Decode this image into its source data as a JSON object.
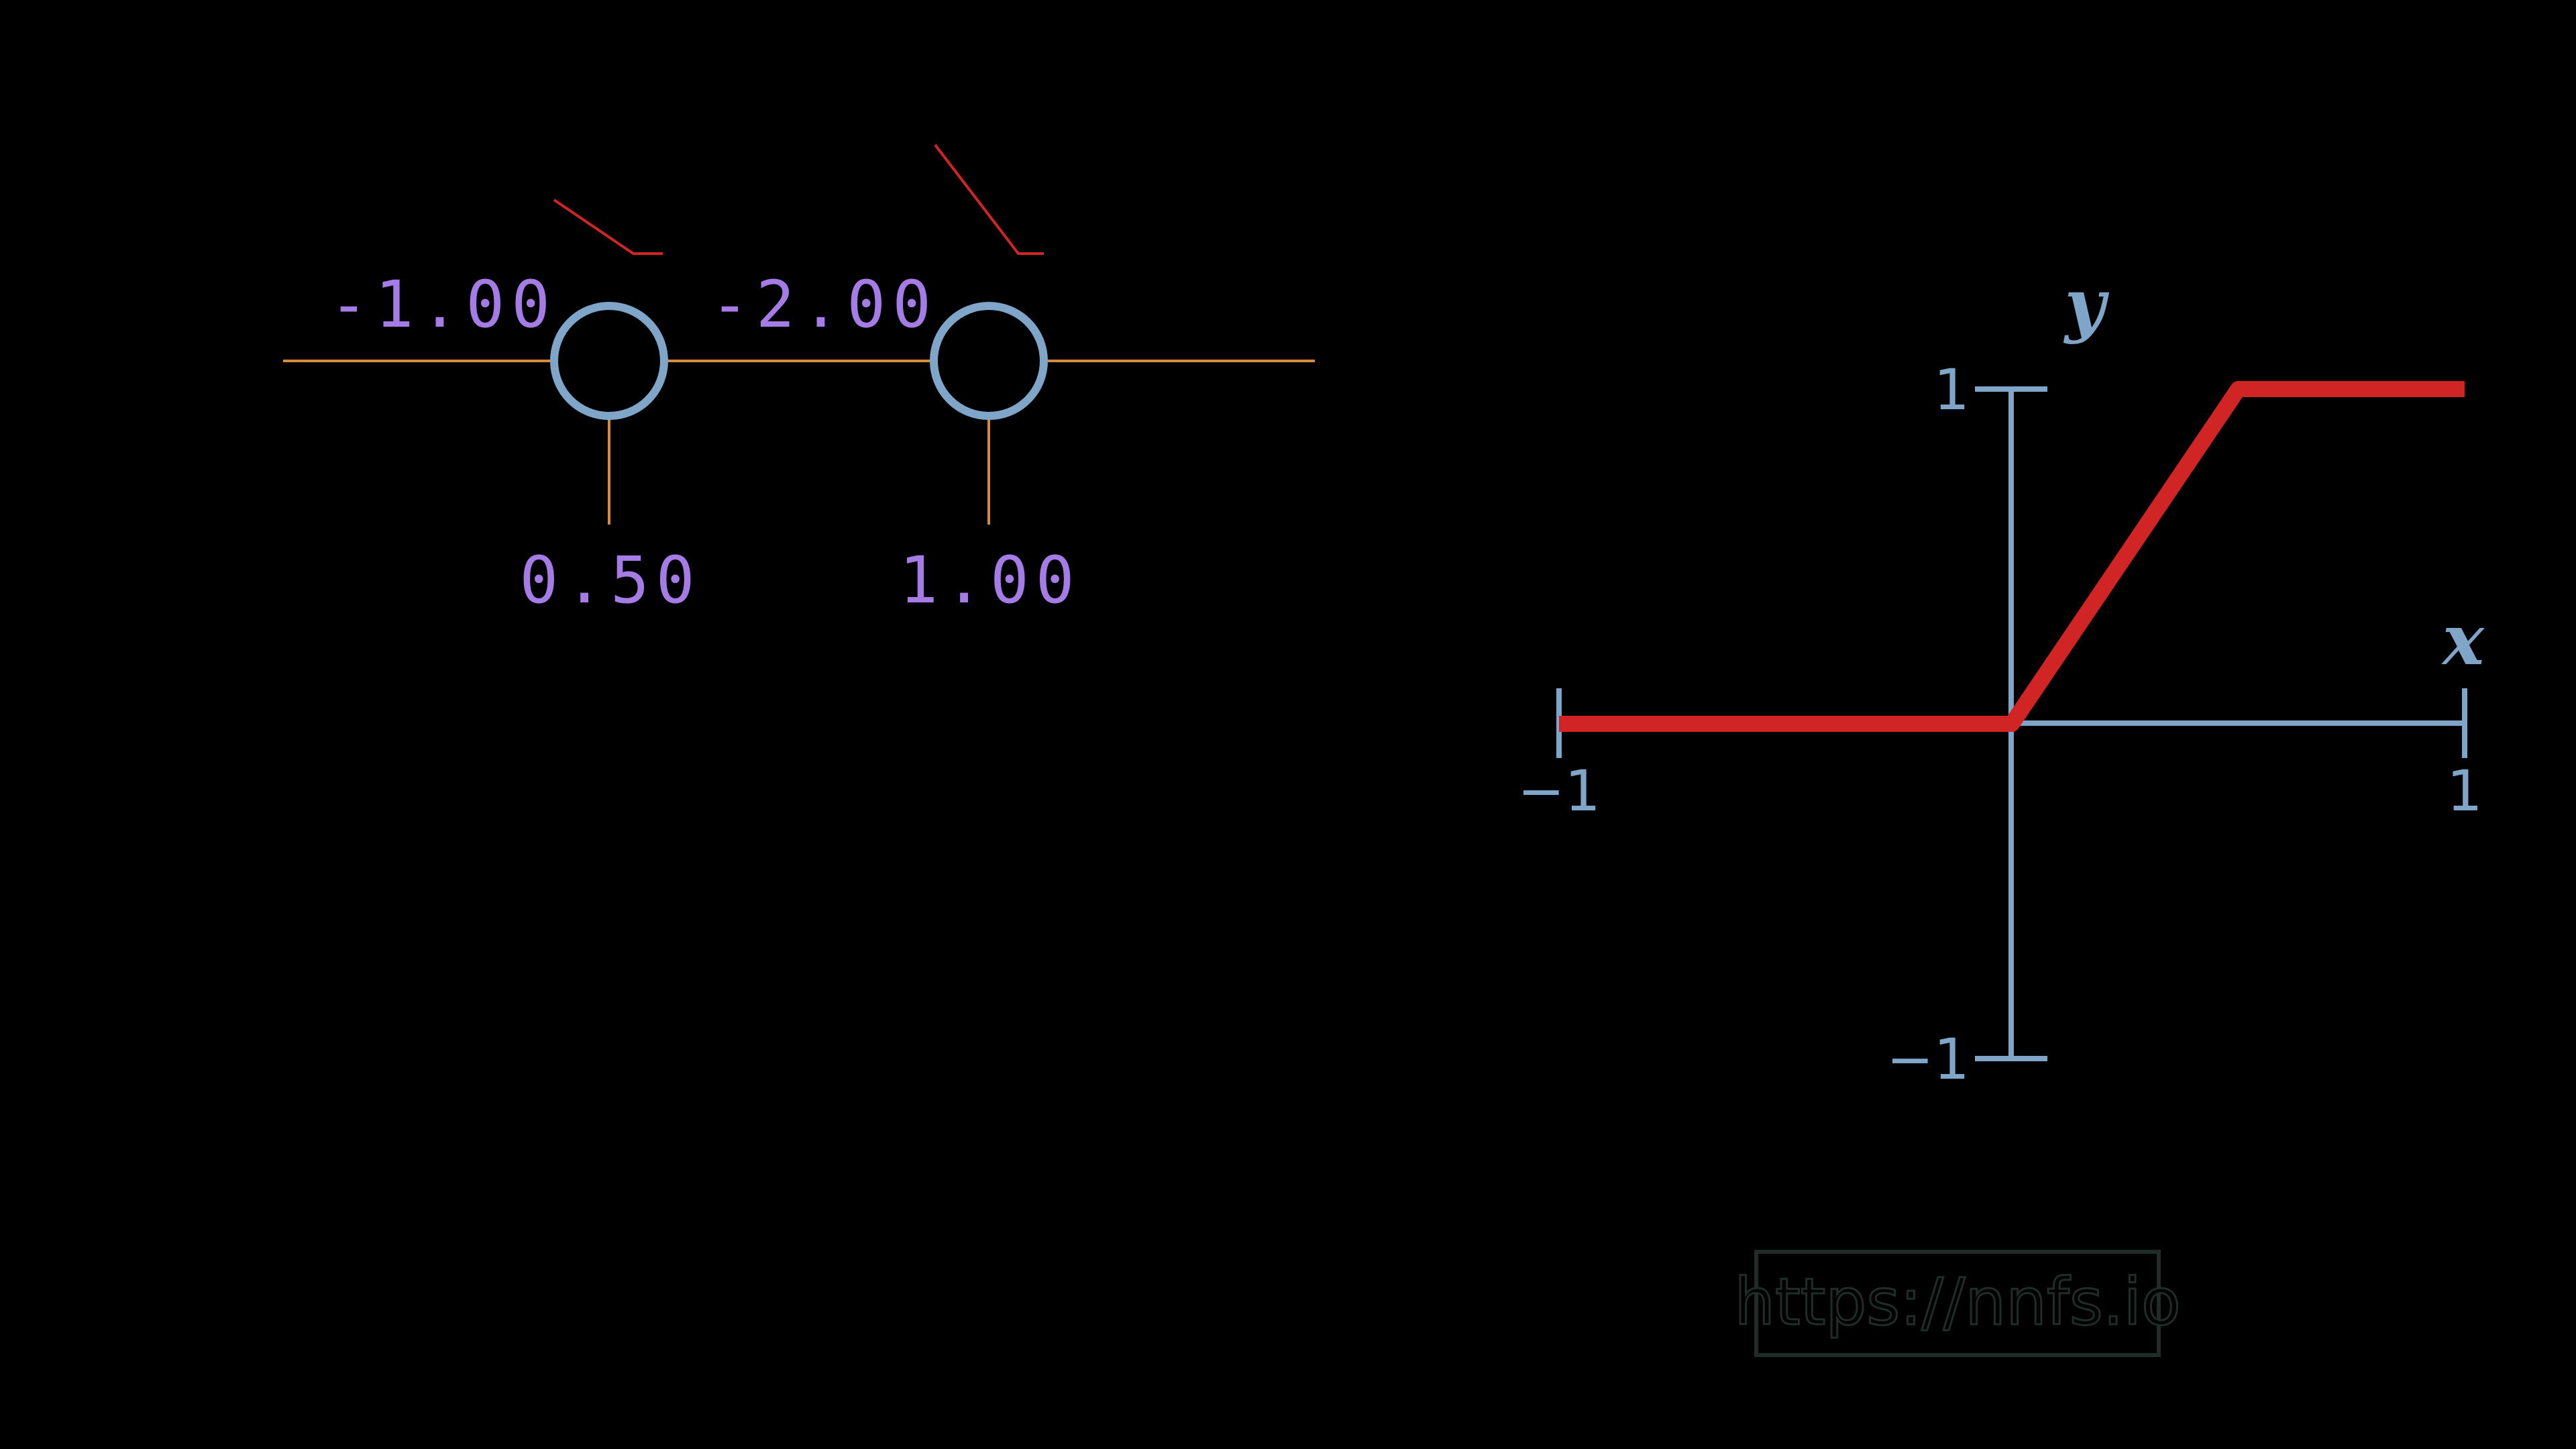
{
  "colors": {
    "background": "#000000",
    "wire": "#d58a3e",
    "neuron": "#7fa5c9",
    "value_text": "#a57be6",
    "relu": "#d12424",
    "axis": "#7fa5c9",
    "watermark": "#1f2d28"
  },
  "network": {
    "neurons": [
      {
        "weight": "-1.00",
        "bias": "0.50"
      },
      {
        "weight": "-2.00",
        "bias": "1.00"
      }
    ]
  },
  "chart_data": {
    "type": "line",
    "xlabel": "x",
    "ylabel": "y",
    "xlim": [
      -1,
      1
    ],
    "ylim": [
      -1,
      1
    ],
    "x_ticks": [
      "−1",
      "1"
    ],
    "y_ticks": [
      "1",
      "−1"
    ],
    "series": [
      {
        "x": [
          -1,
          0,
          0.5,
          1
        ],
        "y": [
          0,
          0,
          1,
          1
        ]
      }
    ]
  },
  "watermark": {
    "text": "https://nnfs.io"
  }
}
